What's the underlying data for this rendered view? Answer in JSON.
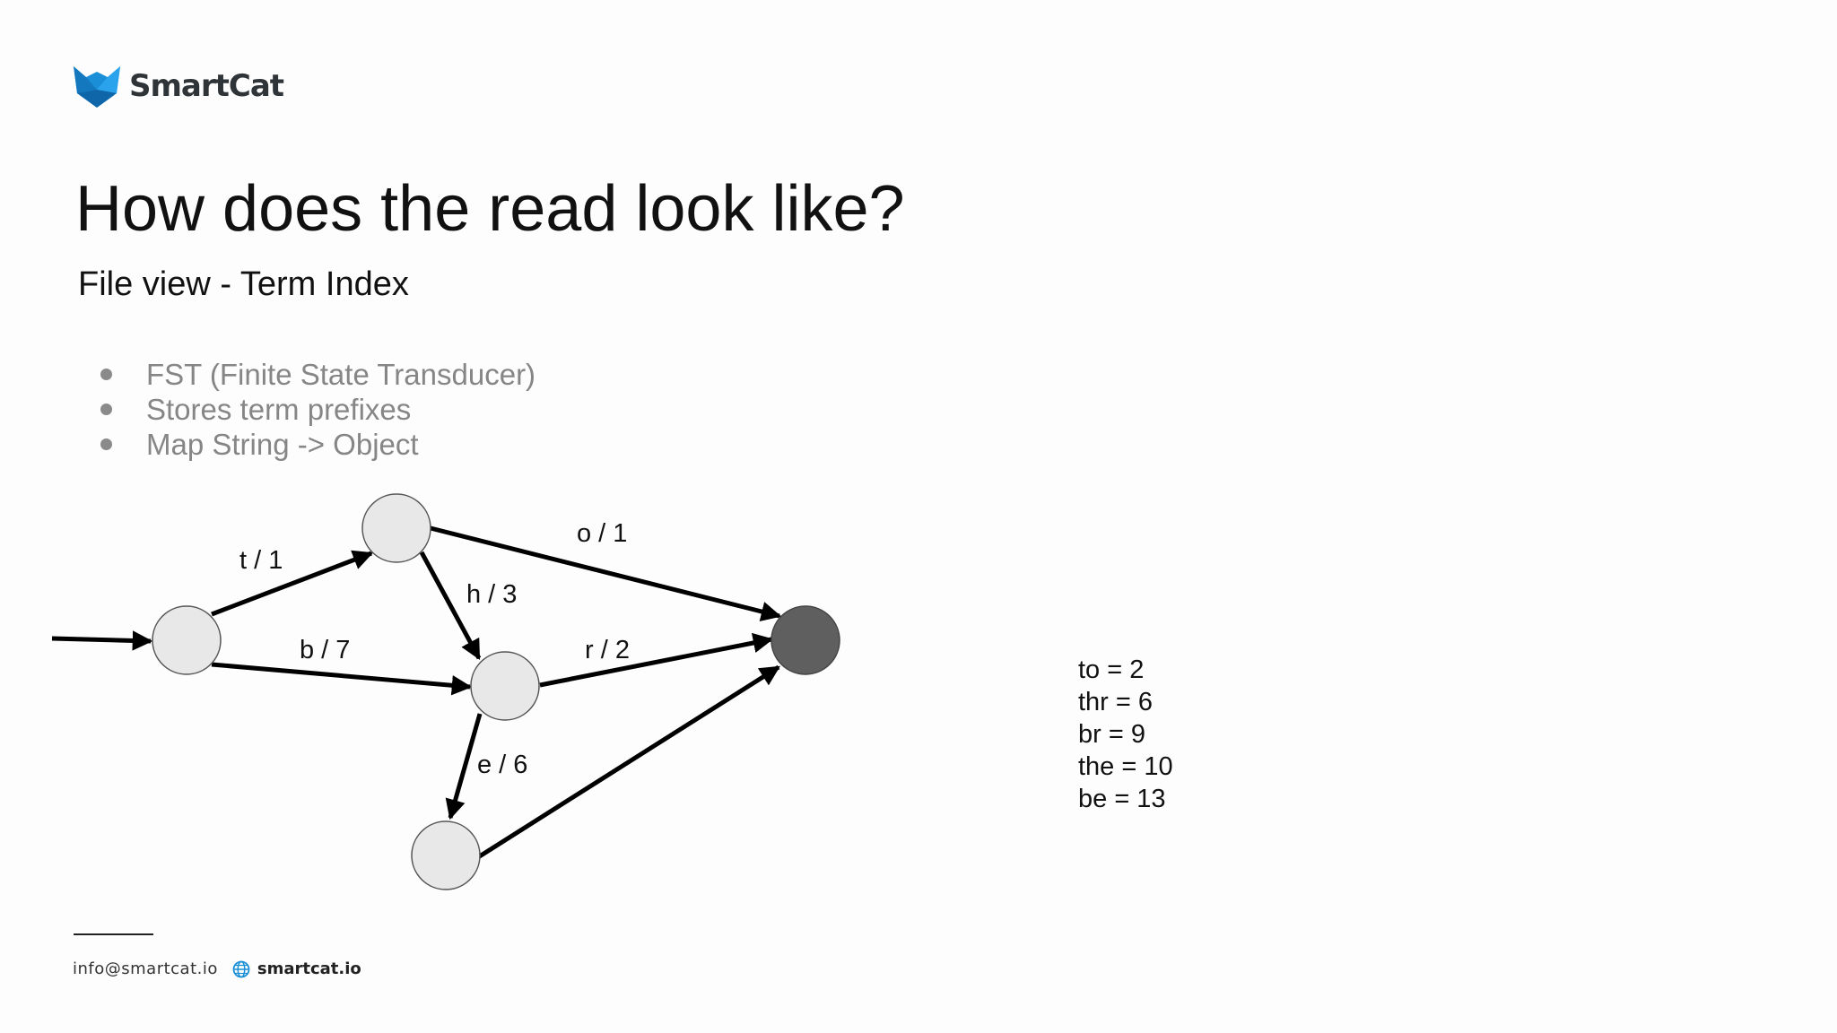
{
  "brand": {
    "name": "SmartCat",
    "accent_color": "#1a8fd8",
    "logo_icon": "cat-head-icon"
  },
  "slide": {
    "title": "How does the read look like?",
    "subtitle": "File view - Term Index",
    "bullets": [
      "FST (Finite State Transducer)",
      "Stores term prefixes",
      "Map String -> Object"
    ]
  },
  "fst": {
    "node_color": "#e8e8e8",
    "final_node_color": "#5f5f5f",
    "edge_labels": {
      "start_to_n1": "t / 1",
      "start_to_mid": "b / 7",
      "n1_to_mid": "h / 3",
      "n1_to_final": "o / 1",
      "mid_to_final": "r / 2",
      "mid_to_low": "e / 6"
    }
  },
  "terms": [
    "to = 2",
    "thr = 6",
    "br = 9",
    "the = 10",
    "be = 13"
  ],
  "footer": {
    "email": "info@smartcat.io",
    "site": "smartcat.io",
    "site_icon": "globe-icon"
  }
}
